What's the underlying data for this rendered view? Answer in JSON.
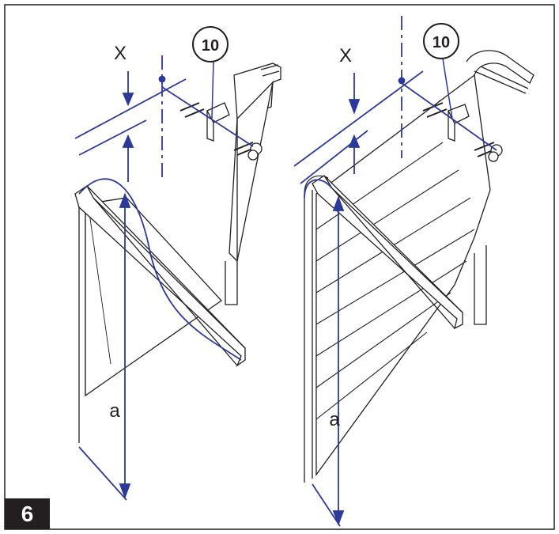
{
  "figure": {
    "number": "6",
    "colors": {
      "ink": "#231f20",
      "dimension": "#2b3a9a",
      "fill": "#ffffff"
    },
    "left_panel": {
      "callout": "10",
      "gap_label": "X",
      "height_label": "a"
    },
    "right_panel": {
      "callout": "10",
      "gap_label": "X",
      "height_label": "a"
    }
  }
}
